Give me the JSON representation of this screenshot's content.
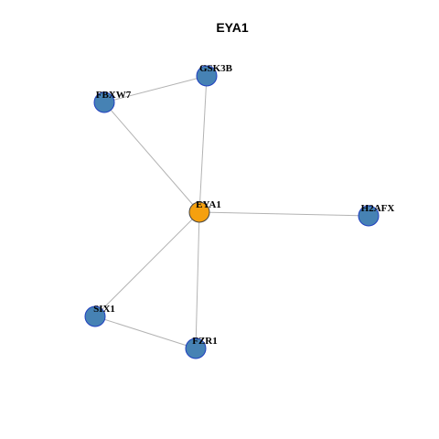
{
  "graph": {
    "title": "EYA1",
    "colors": {
      "center_node_fill": "#f5a00f",
      "center_node_stroke": "#444444",
      "node_fill": "#4682b4",
      "node_stroke": "#1f3fbf",
      "edge_stroke": "#b3b3b3"
    },
    "nodes": [
      {
        "id": "EYA1",
        "label": "EYA1",
        "center": true
      },
      {
        "id": "GSK3B",
        "label": "GSK3B",
        "center": false
      },
      {
        "id": "FBXW7",
        "label": "FBXW7",
        "center": false
      },
      {
        "id": "H2AFX",
        "label": "H2AFX",
        "center": false
      },
      {
        "id": "SIX1",
        "label": "SIX1",
        "center": false
      },
      {
        "id": "FZR1",
        "label": "FZR1",
        "center": false
      }
    ],
    "edges": [
      {
        "source": "FBXW7",
        "target": "GSK3B"
      },
      {
        "source": "FBXW7",
        "target": "EYA1"
      },
      {
        "source": "GSK3B",
        "target": "EYA1"
      },
      {
        "source": "EYA1",
        "target": "H2AFX"
      },
      {
        "source": "EYA1",
        "target": "SIX1"
      },
      {
        "source": "EYA1",
        "target": "FZR1"
      },
      {
        "source": "SIX1",
        "target": "FZR1"
      }
    ]
  }
}
